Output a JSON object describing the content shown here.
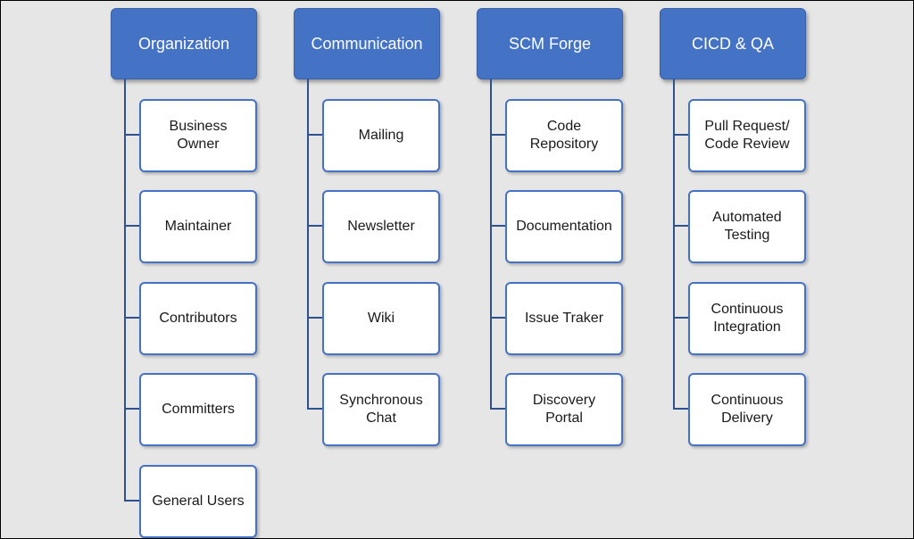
{
  "columns": [
    {
      "title": "Organization",
      "items": [
        "Business\nOwner",
        "Maintainer",
        "Contributors",
        "Committers",
        "General Users"
      ]
    },
    {
      "title": "Communication",
      "items": [
        "Mailing",
        "Newsletter",
        "Wiki",
        "Synchronous\nChat"
      ]
    },
    {
      "title": "SCM Forge",
      "items": [
        "Code\nRepository",
        "Documentation",
        "Issue Traker",
        "Discovery\nPortal"
      ]
    },
    {
      "title": "CICD & QA",
      "items": [
        "Pull Request/\nCode Review",
        "Automated\nTesting",
        "Continuous\nIntegration",
        "Continuous\nDelivery"
      ]
    }
  ],
  "colors": {
    "header_fill": "#4472c4",
    "card_border": "#4472c4",
    "connector": "#2f528f",
    "background": "#e6e6e6"
  }
}
